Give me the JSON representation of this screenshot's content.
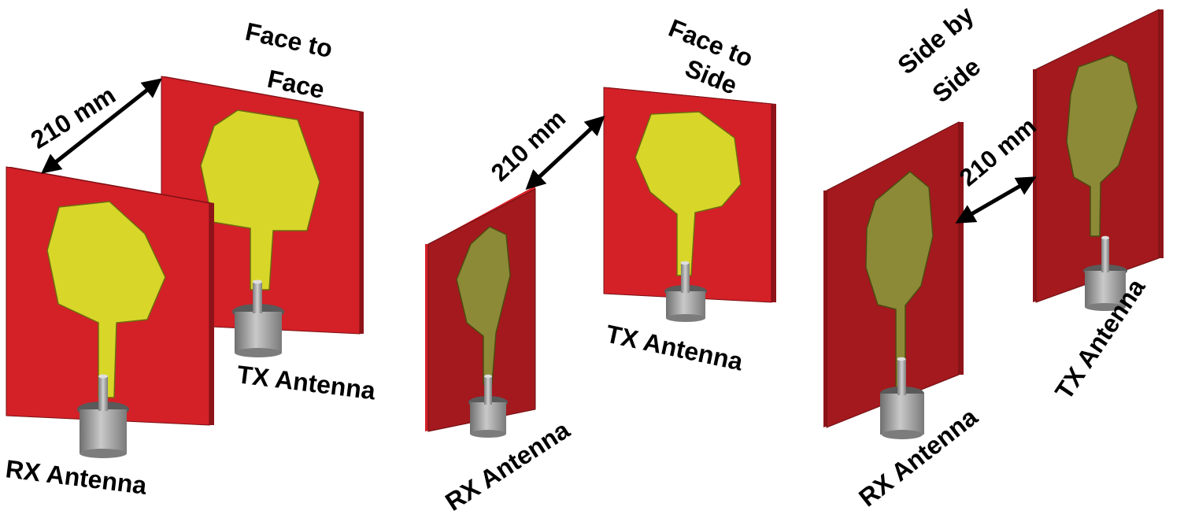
{
  "panels": [
    {
      "id": "face-to-face",
      "title_line1": "Face to",
      "title_line2": "Face",
      "distance": "210 mm",
      "rx_label": "RX Antenna",
      "tx_label": "TX Antenna"
    },
    {
      "id": "face-to-side",
      "title_line1": "Face to",
      "title_line2": "Side",
      "distance": "210 mm",
      "rx_label": "RX Antenna",
      "tx_label": "TX Antenna"
    },
    {
      "id": "side-by-side",
      "title_line1": "Side by",
      "title_line2": "Side",
      "distance": "210 mm",
      "rx_label": "RX Antenna",
      "tx_label": "TX Antenna"
    }
  ],
  "colors": {
    "board_front": "#d42027",
    "board_edge": "#8e1419",
    "board_dark": "#a3191d",
    "patch_front": "#d8d629",
    "patch_dark": "#8c8a36",
    "connector": "#9b9b9b",
    "arrow": "#000000"
  }
}
